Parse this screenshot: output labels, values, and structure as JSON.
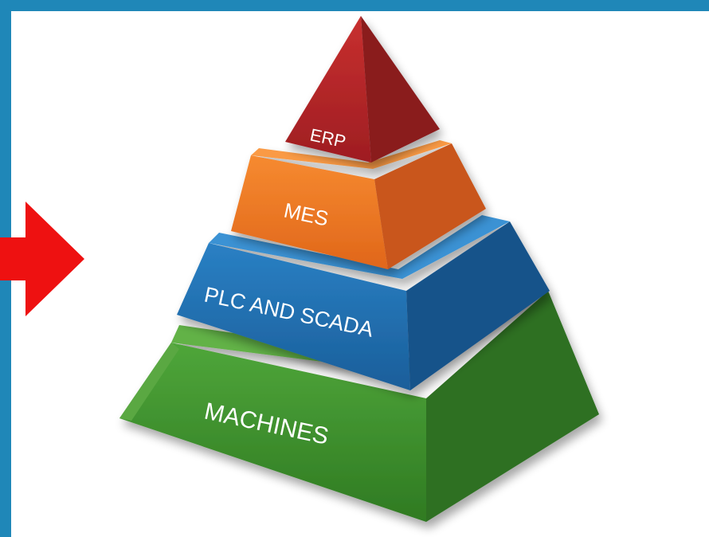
{
  "colors": {
    "frame": "#1f87b8",
    "arrow": "#ee1111",
    "erp": "#b5262a",
    "mes": "#f07a22",
    "plc": "#1f6fb3",
    "machines": "#3f8f2f"
  },
  "pyramid": {
    "levels": [
      {
        "label": "ERP"
      },
      {
        "label": "MES"
      },
      {
        "label": "PLC AND SCADA"
      },
      {
        "label": "MACHINES"
      }
    ]
  }
}
